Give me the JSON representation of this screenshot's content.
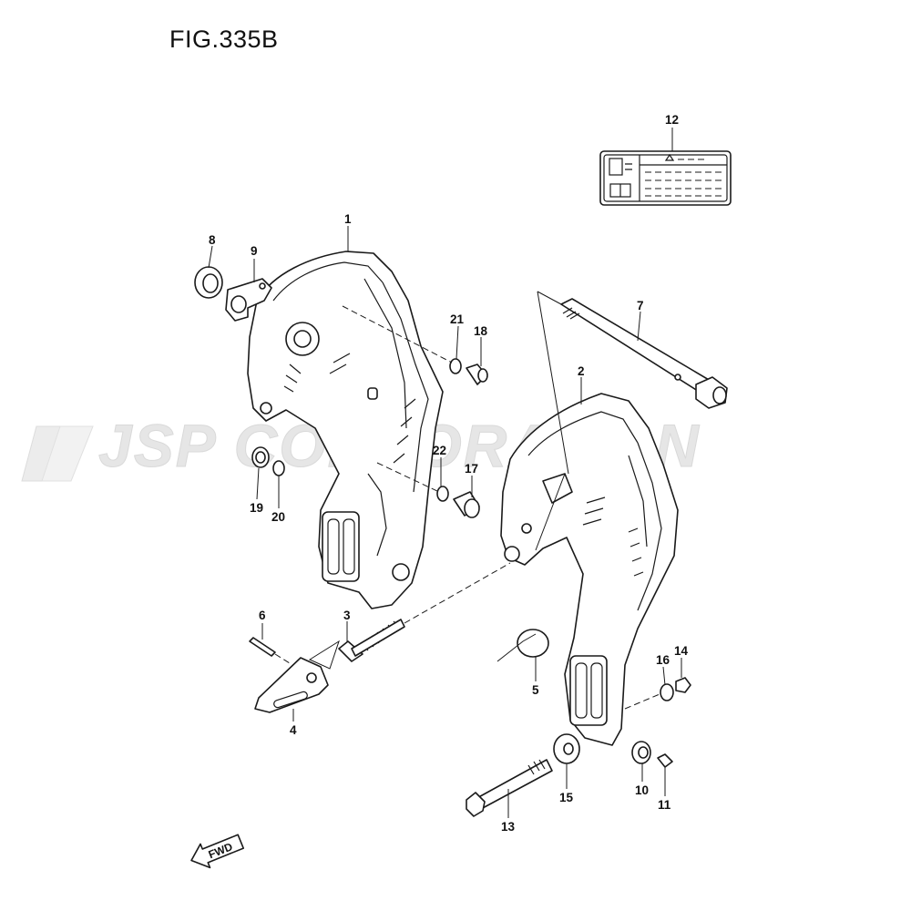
{
  "figure": {
    "title": "FIG.335B"
  },
  "watermark": {
    "text": "JSP CORPORATION"
  },
  "fwd_arrow": {
    "label": "FWD"
  },
  "callouts": {
    "p1": "1",
    "p2": "2",
    "p3": "3",
    "p4": "4",
    "p5": "5",
    "p6": "6",
    "p7": "7",
    "p8": "8",
    "p9": "9",
    "p10": "10",
    "p11": "11",
    "p12": "12",
    "p13": "13",
    "p14": "14",
    "p15": "15",
    "p16": "16",
    "p17": "17",
    "p18": "18",
    "p19": "19",
    "p20": "20",
    "p21": "21",
    "p22": "22"
  }
}
